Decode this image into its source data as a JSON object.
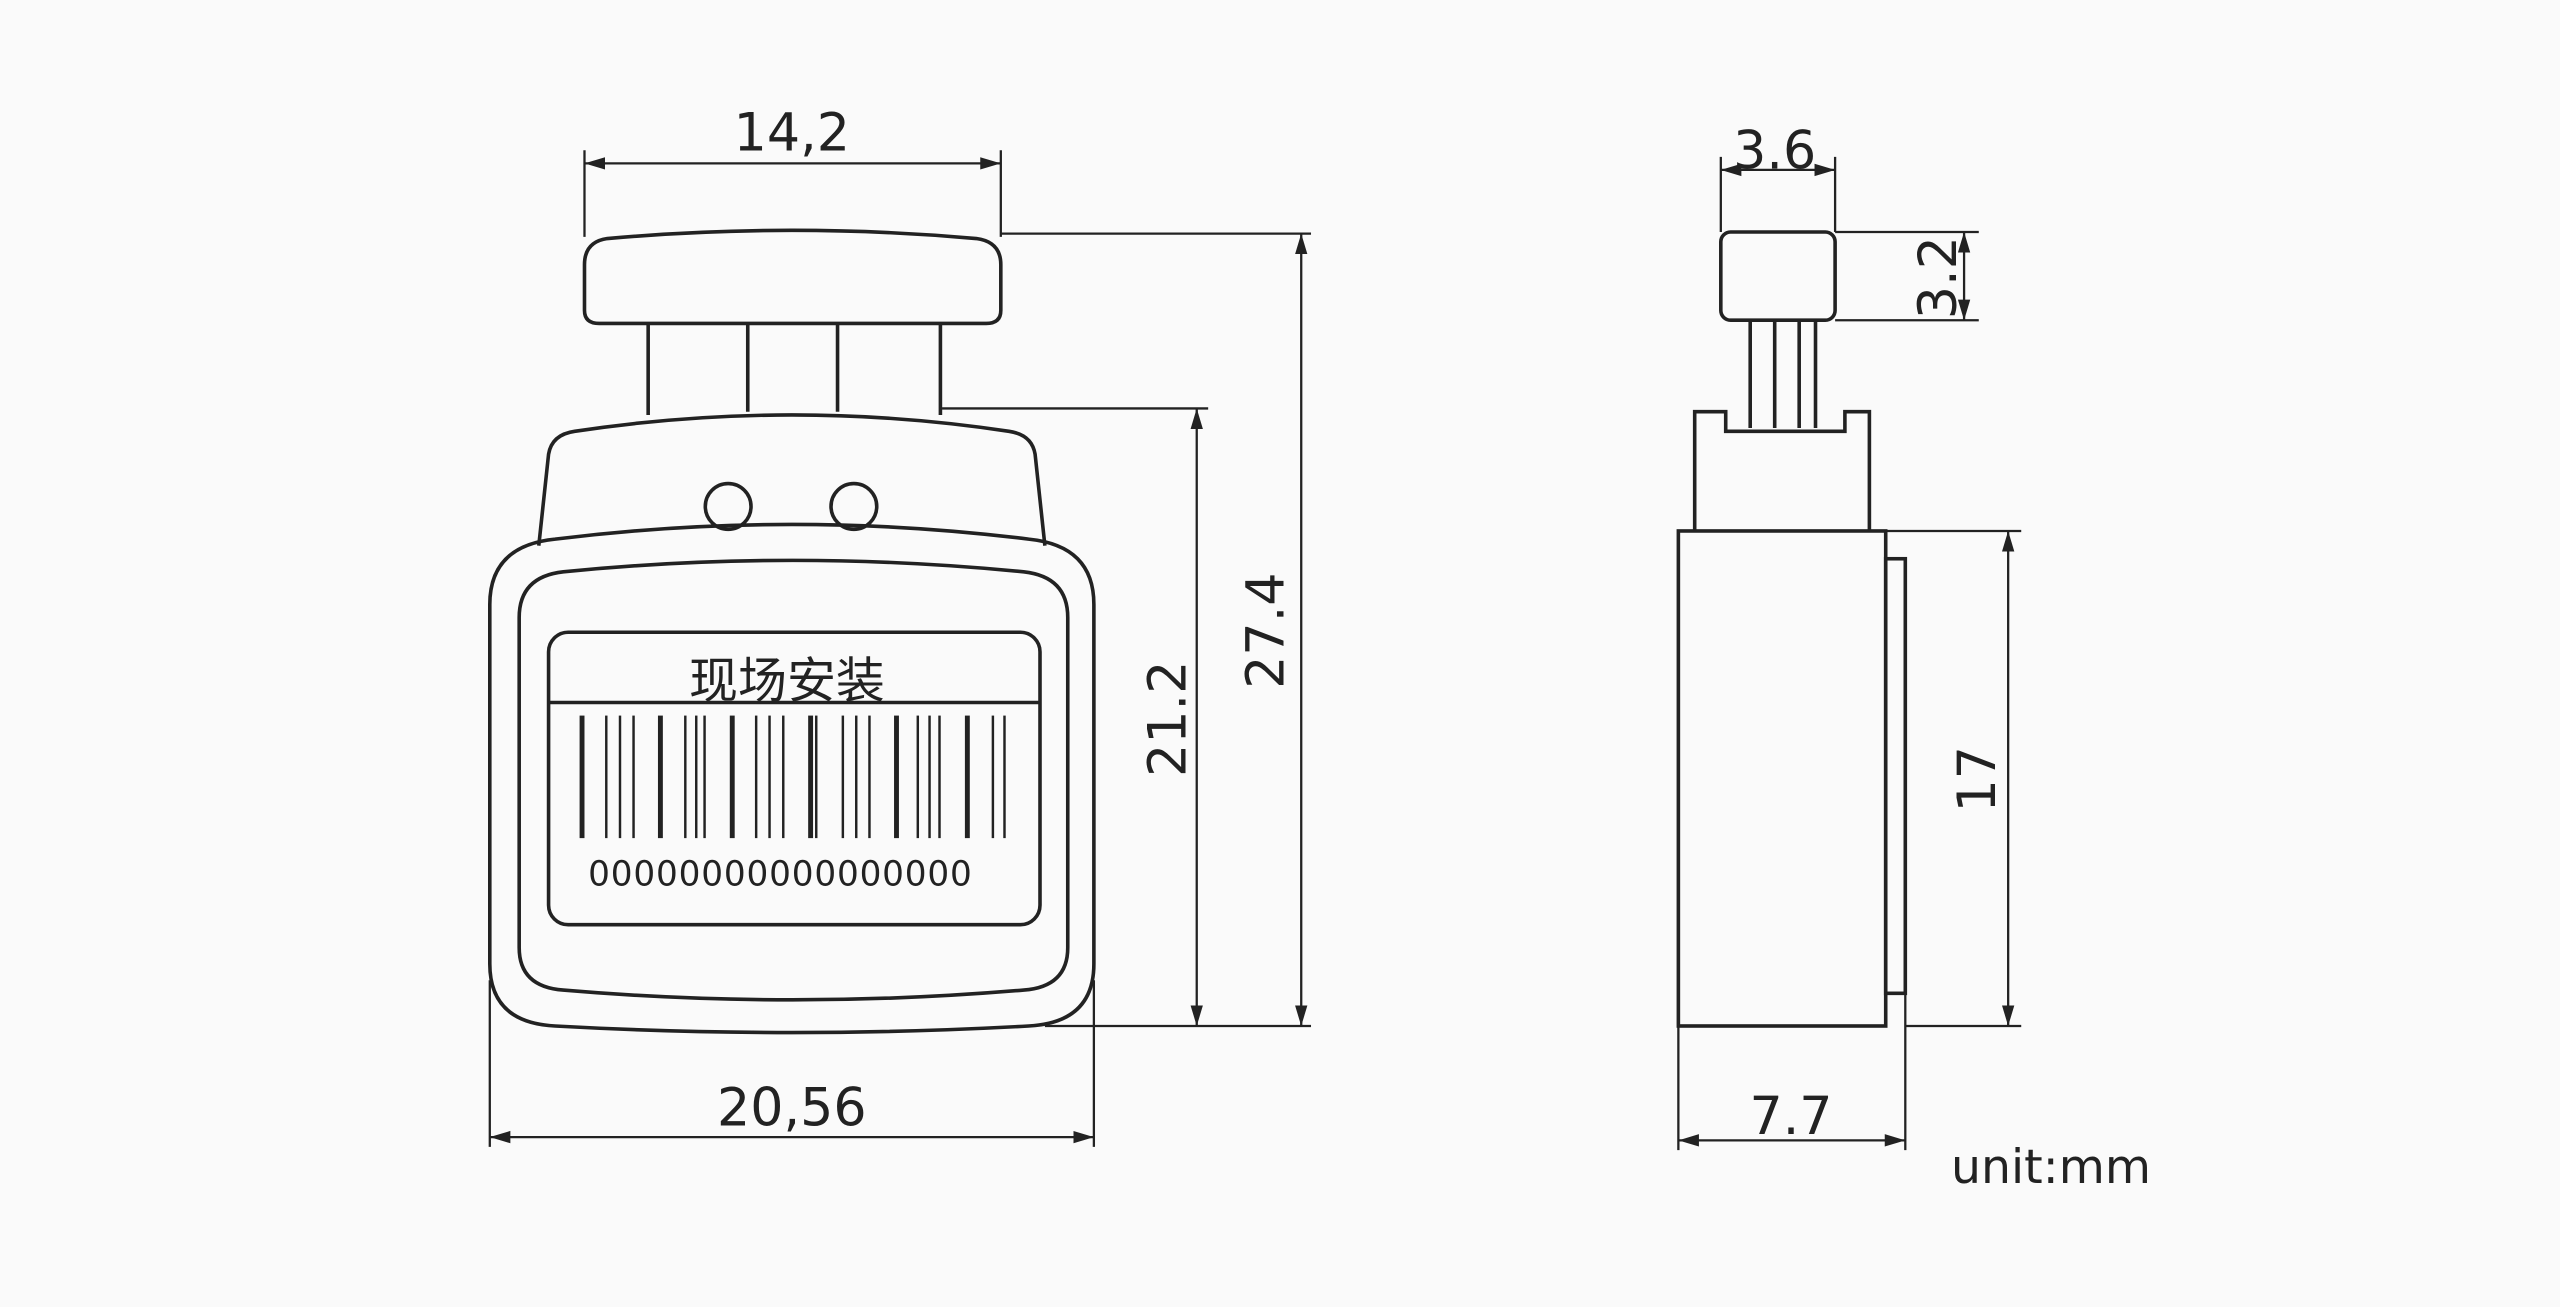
{
  "front_view": {
    "label_text": "现场安装",
    "barcode_number": "00000000000000000",
    "dimensions": {
      "top_width": "14,2",
      "total_height": "27.4",
      "body_height": "21.2",
      "body_width": "20,56"
    }
  },
  "side_view": {
    "dimensions": {
      "cap_width": "3.6",
      "cap_height": "3.2",
      "body_height": "17",
      "body_depth": "7.7"
    }
  },
  "unit_label": "unit:mm",
  "colors": {
    "line": "#222222",
    "background": "#fafafa"
  }
}
